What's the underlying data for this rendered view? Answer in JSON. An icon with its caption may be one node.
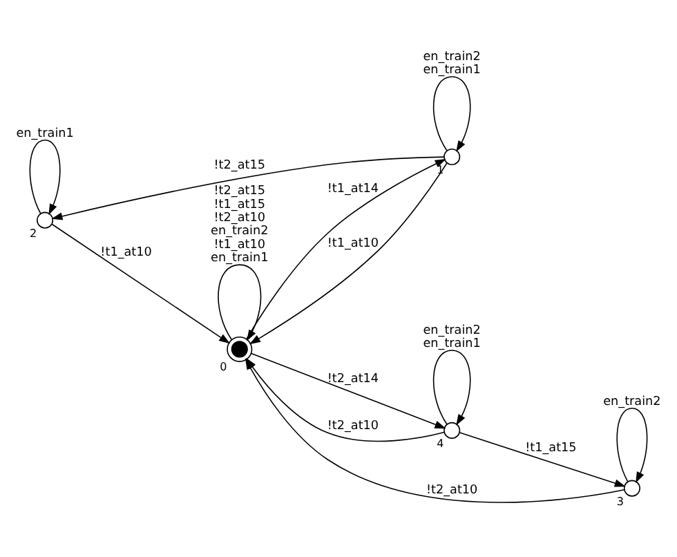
{
  "diagram": {
    "nodes": [
      {
        "text": [],
        "shape": "circle",
        "beside": [
          "2"
        ]
      },
      {
        "text": [],
        "shape": "circle",
        "beside": [
          "0"
        ]
      },
      {
        "text": [],
        "shape": "circle",
        "beside": [
          "1"
        ]
      },
      {
        "text": [],
        "shape": "circle",
        "beside": [
          "4"
        ]
      },
      {
        "text": [],
        "shape": "circle",
        "beside": [
          "3"
        ]
      }
    ],
    "edges": [
      {
        "from": 0,
        "to": 0,
        "arrow": "to",
        "label": "en_train1"
      },
      {
        "from": 0,
        "to": 1,
        "arrow": "to",
        "label": "!t1_at10"
      },
      {
        "from": 2,
        "to": 0,
        "arrow": "to",
        "label": "!t2_at15"
      },
      {
        "from": 1,
        "to": 1,
        "arrow": "to",
        "label": "!t2_at15 !t1_at15 !t2_at10 en_train2 !t1_at10 en_train1"
      },
      {
        "from": 1,
        "to": 2,
        "arrow": "to",
        "label": "!t1_at14"
      },
      {
        "from": 2,
        "to": 1,
        "arrow": "to",
        "label": "!t1_at10"
      },
      {
        "from": 2,
        "to": 2,
        "arrow": "to",
        "label": "en_train2 en_train1"
      },
      {
        "from": 3,
        "to": 1,
        "arrow": "to",
        "label": "!t2_at10"
      },
      {
        "from": 1,
        "to": 3,
        "arrow": "to",
        "label": "!t2_at14"
      },
      {
        "from": 3,
        "to": 3,
        "arrow": "to",
        "label": "en_train2 en_train1"
      },
      {
        "from": 3,
        "to": 4,
        "arrow": "to",
        "label": "!t1_at15"
      },
      {
        "from": 4,
        "to": 1,
        "arrow": "to",
        "label": "!t2_at10"
      },
      {
        "from": 4,
        "to": 4,
        "arrow": "to",
        "label": "en_train2"
      }
    ]
  }
}
